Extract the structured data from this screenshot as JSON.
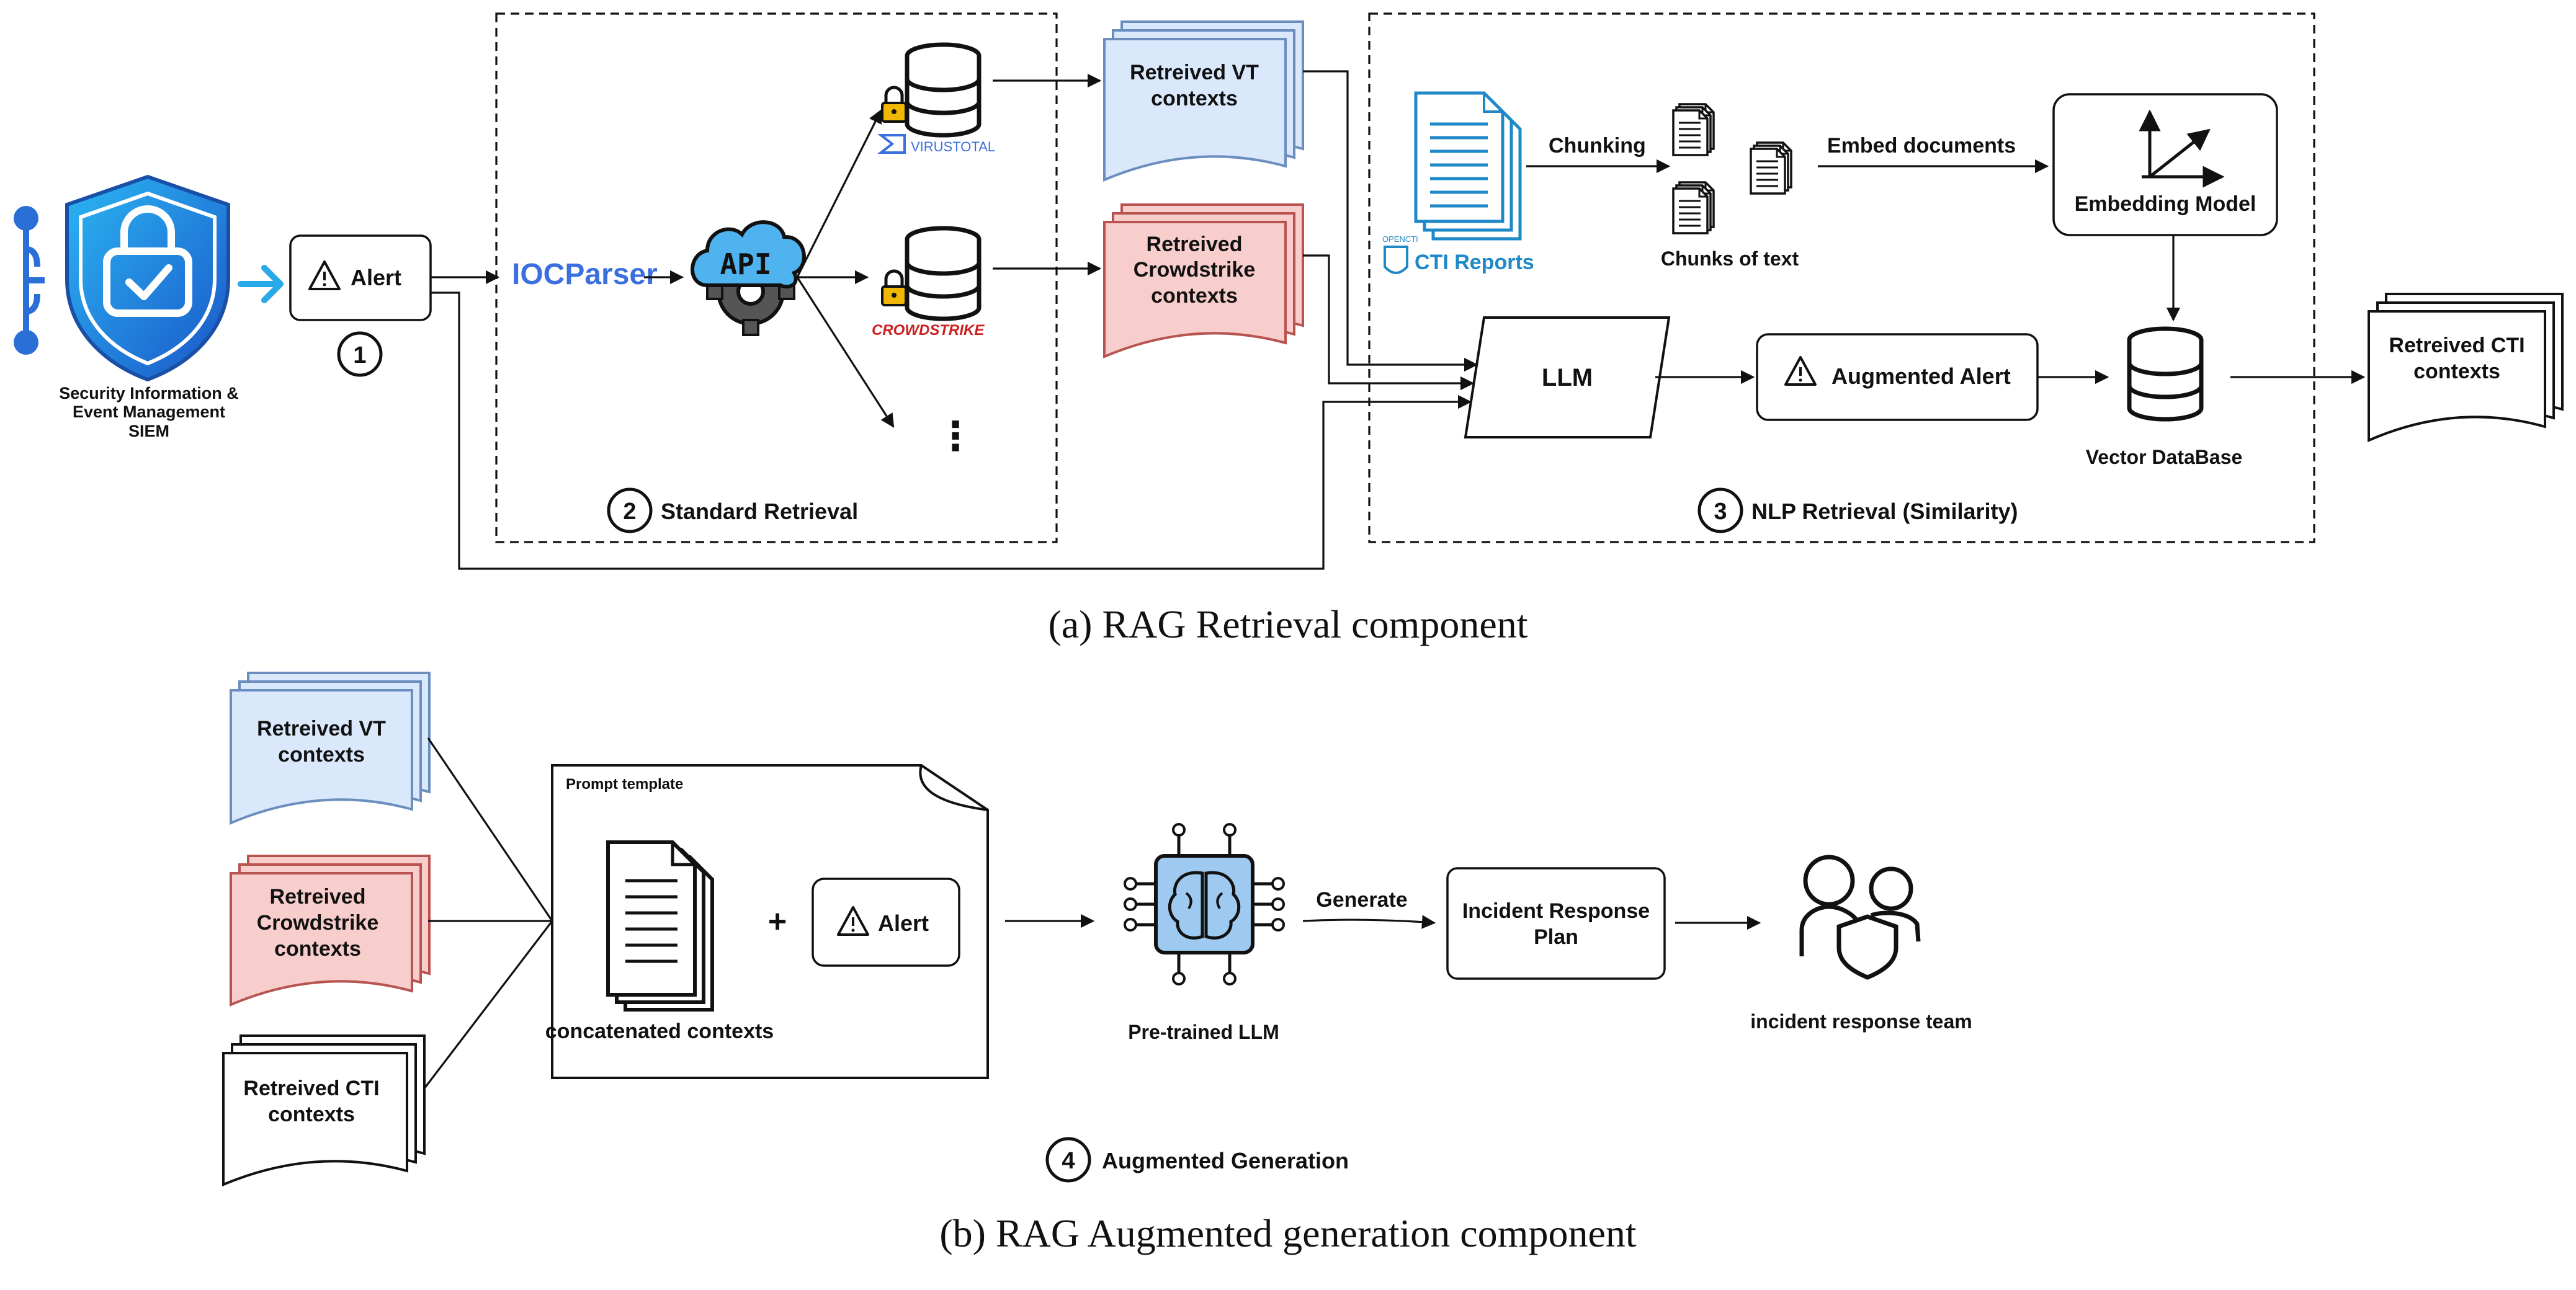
{
  "siem": {
    "line1": "Security Information &",
    "line2": "Event Management",
    "line3": "SIEM"
  },
  "alert_label": "Alert",
  "step1": "1",
  "step2": "2",
  "step3": "3",
  "step4": "4",
  "ioc_parser": "IOCParser",
  "api_label": "API",
  "virustotal": "VIRUSTOTAL",
  "crowdstrike": "CROWDSTRIKE",
  "more_dots": "⋮",
  "standard_retrieval": "Standard Retrieval",
  "nlp_retrieval": "NLP Retrieval (Similarity)",
  "vt_ctx": {
    "line1": "Retreived VT",
    "line2": "contexts"
  },
  "cs_ctx": {
    "line1": "Retreived",
    "line2": "Crowdstrike",
    "line3": "contexts"
  },
  "cti_ctx": {
    "line1": "Retreived CTI",
    "line2": "contexts"
  },
  "opencti_small": "OPENCTI",
  "cti_reports": "CTI Reports",
  "chunking": "Chunking",
  "chunks_of_text": "Chunks of text",
  "embed_documents": "Embed documents",
  "embedding_model": "Embedding Model",
  "llm": "LLM",
  "augmented_alert": "Augmented Alert",
  "vector_db": "Vector DataBase",
  "caption_a": "(a) RAG Retrieval component",
  "prompt_template": "Prompt template",
  "plus": "+",
  "concatenated_contexts": "concatenated contexts",
  "pretrained_llm": "Pre-trained LLM",
  "generate": "Generate",
  "irp": {
    "line1": "Incident Response",
    "line2": "Plan"
  },
  "ir_team": "incident response team",
  "augmented_generation": "Augmented Generation",
  "caption_b": "(b) RAG Augmented generation component",
  "colors": {
    "vt_fill": "#dae8fc",
    "vt_stroke": "#6c8ebf",
    "cs_fill": "#f8cecc",
    "cs_stroke": "#b85450",
    "shield_blue": "#1e88e5",
    "cloud_blue": "#4fb3f0",
    "brain_blue": "#9ec9f0",
    "ioc_blue": "#3b6fe0",
    "crowdstrike_red": "#cc1f1f",
    "lock_gold": "#f2b705"
  }
}
